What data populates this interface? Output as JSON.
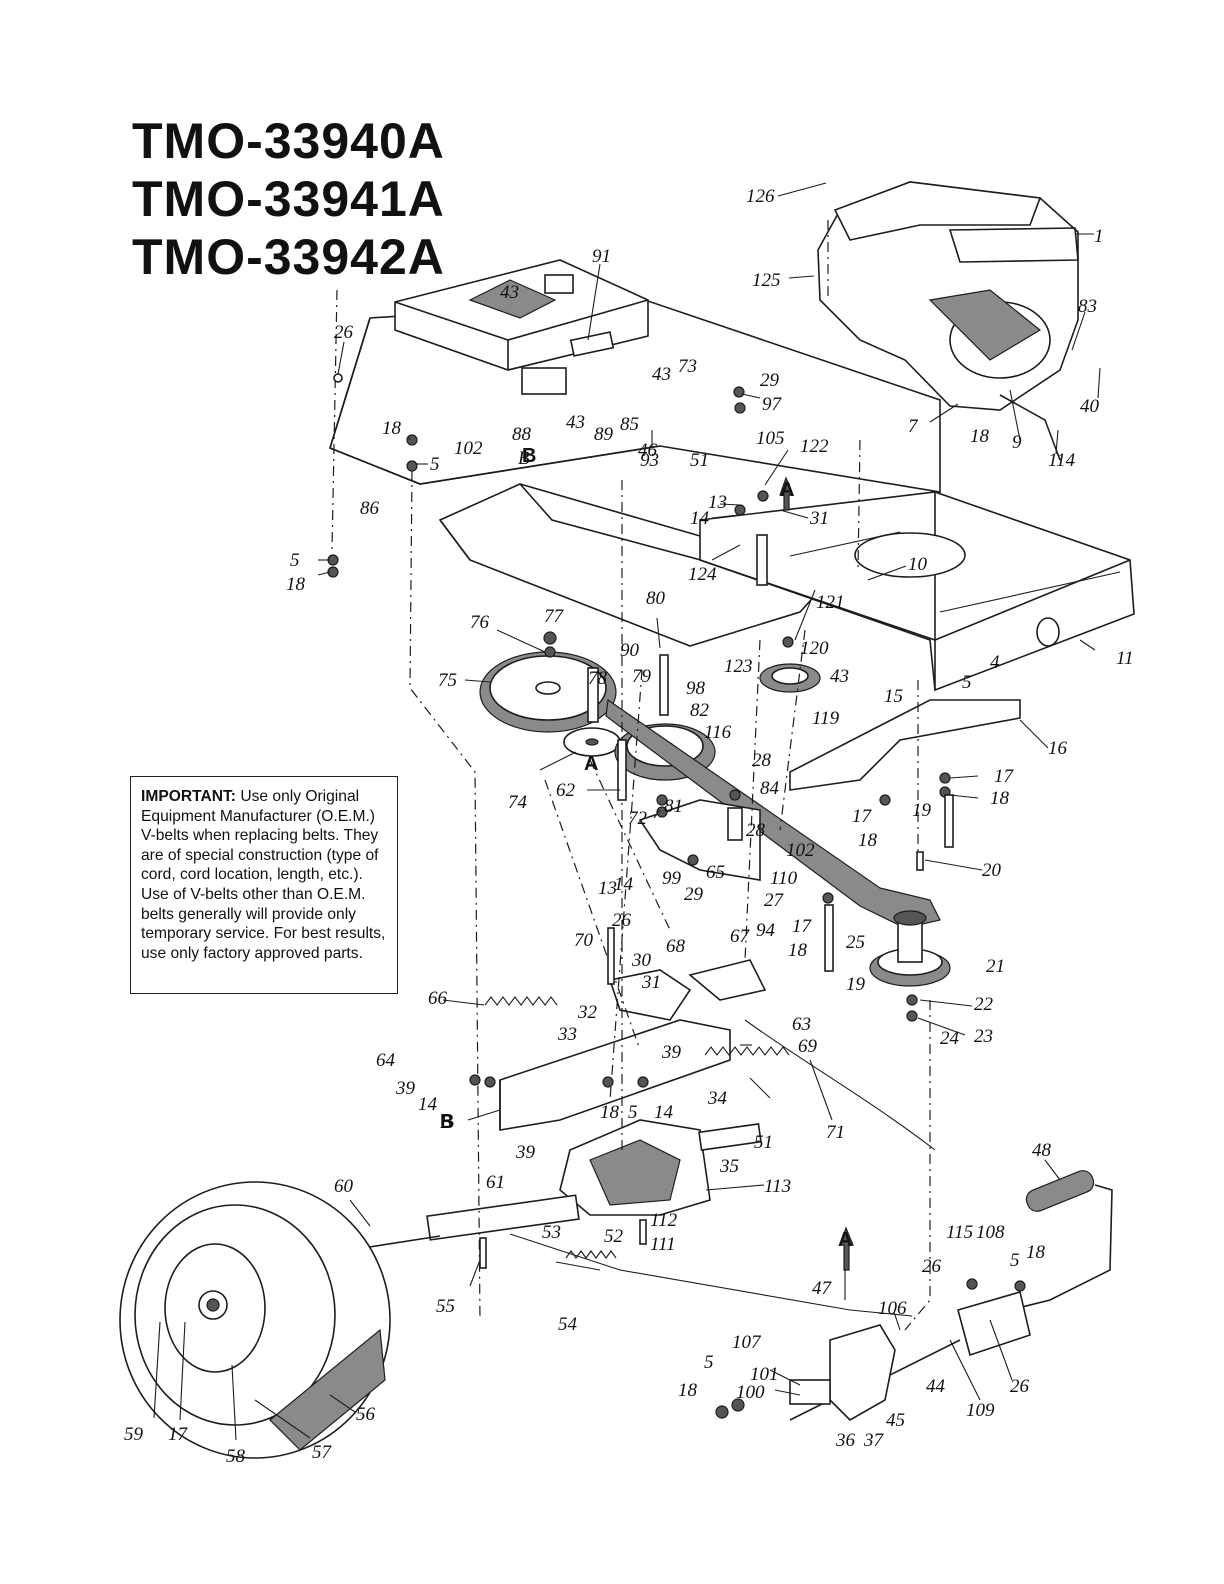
{
  "models": [
    "TMO-33940A",
    "TMO-33941A",
    "TMO-33942A"
  ],
  "notice": {
    "heading": "IMPORTANT:",
    "body": "Use only Original Equipment Manufacturer (O.E.M.) V-belts when replacing belts. They are of special construction (type of cord, cord location, length, etc.). Use of V-belts other than O.E.M. belts generally will provide only temporary service. For best results, use only factory approved parts."
  },
  "reference_marks": [
    "A",
    "B"
  ],
  "callouts": [
    "126",
    "1",
    "125",
    "83",
    "40",
    "7",
    "18",
    "9",
    "114",
    "91",
    "43",
    "26",
    "88",
    "43",
    "89",
    "85",
    "43",
    "73",
    "29",
    "97",
    "46",
    "51",
    "105",
    "122",
    "18",
    "5",
    "102",
    "B",
    "93",
    "13",
    "14",
    "31",
    "A",
    "86",
    "5",
    "18",
    "124",
    "10",
    "76",
    "77",
    "80",
    "90",
    "121",
    "123",
    "120",
    "43",
    "4",
    "5",
    "15",
    "11",
    "75",
    "78",
    "79",
    "98",
    "82",
    "116",
    "119",
    "16",
    "28",
    "74",
    "62",
    "A",
    "84",
    "72",
    "81",
    "17",
    "18",
    "19",
    "17",
    "18",
    "28",
    "102",
    "99",
    "29",
    "65",
    "110",
    "27",
    "20",
    "13",
    "14",
    "94",
    "26",
    "67",
    "17",
    "18",
    "25",
    "21",
    "70",
    "68",
    "30",
    "19",
    "22",
    "66",
    "31",
    "32",
    "23",
    "24",
    "33",
    "63",
    "69",
    "64",
    "39",
    "39",
    "34",
    "14",
    "B",
    "18",
    "5",
    "14",
    "71",
    "39",
    "51",
    "35",
    "60",
    "61",
    "113",
    "48",
    "53",
    "52",
    "112",
    "111",
    "115",
    "108",
    "26",
    "5",
    "18",
    "A",
    "55",
    "54",
    "47",
    "106",
    "107",
    "101",
    "100",
    "5",
    "18",
    "44",
    "26",
    "109",
    "45",
    "36",
    "37",
    "59",
    "17",
    "58",
    "57",
    "56"
  ]
}
